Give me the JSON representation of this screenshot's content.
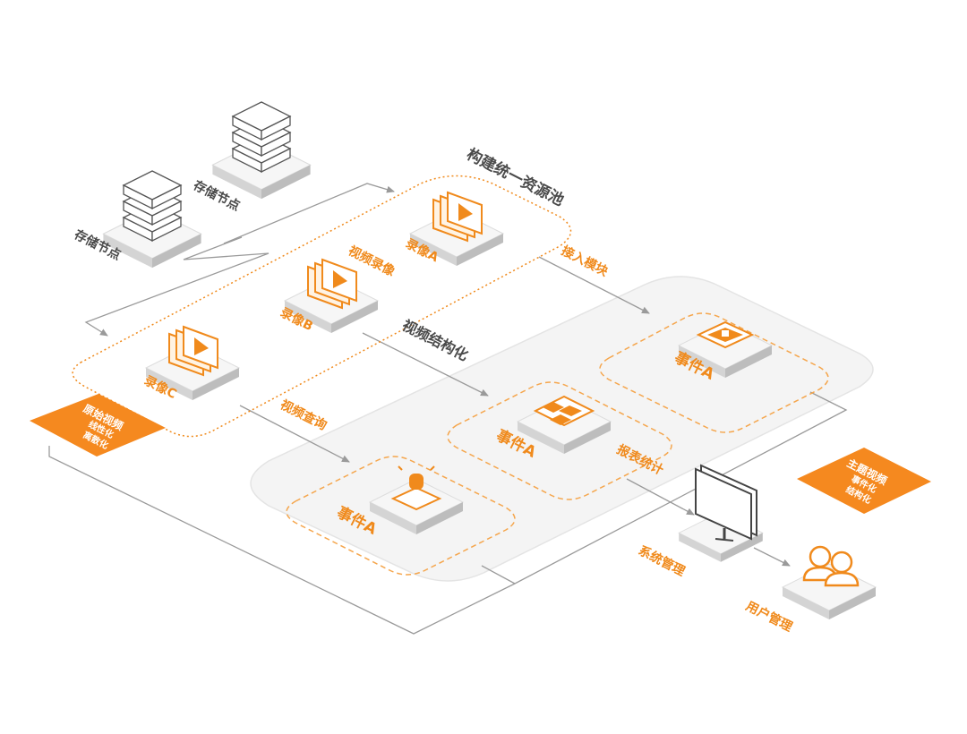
{
  "pool_title": "构建统一资源池",
  "storage_nodes": [
    "存储节点",
    "存储节点"
  ],
  "recordings": [
    "录像A",
    "录像B",
    "录像C"
  ],
  "flows": {
    "video_recording": "视频录像",
    "access_module": "接入模块",
    "video_structuring": "视频结构化",
    "video_query": "视频查询",
    "report_stats": "报表统计"
  },
  "events": [
    "事件A",
    "事件A",
    "事件A"
  ],
  "management": {
    "system": "系统管理",
    "user": "用户管理"
  },
  "badges": {
    "raw_video": [
      "原始视频",
      "线性化",
      "离散化"
    ],
    "theme_video": [
      "主题视频",
      "事件化",
      "结构化"
    ]
  },
  "colors": {
    "accent": "#f08a1c",
    "text_dark": "#4a4a4a",
    "line": "#9a9a9a",
    "platform": "#f3f3f3"
  }
}
